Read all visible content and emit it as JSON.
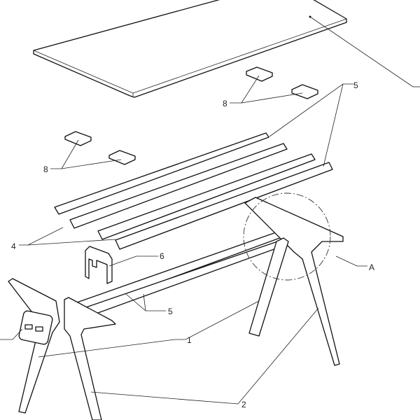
{
  "diagram": {
    "type": "exploded-assembly",
    "callouts": {
      "pads_top": "8",
      "pads_left": "8",
      "rails_top": "5",
      "rails_left": "4",
      "bracket": "6",
      "rails_bottom": "5",
      "detail": "A",
      "frame": "1",
      "legs": "2"
    }
  }
}
